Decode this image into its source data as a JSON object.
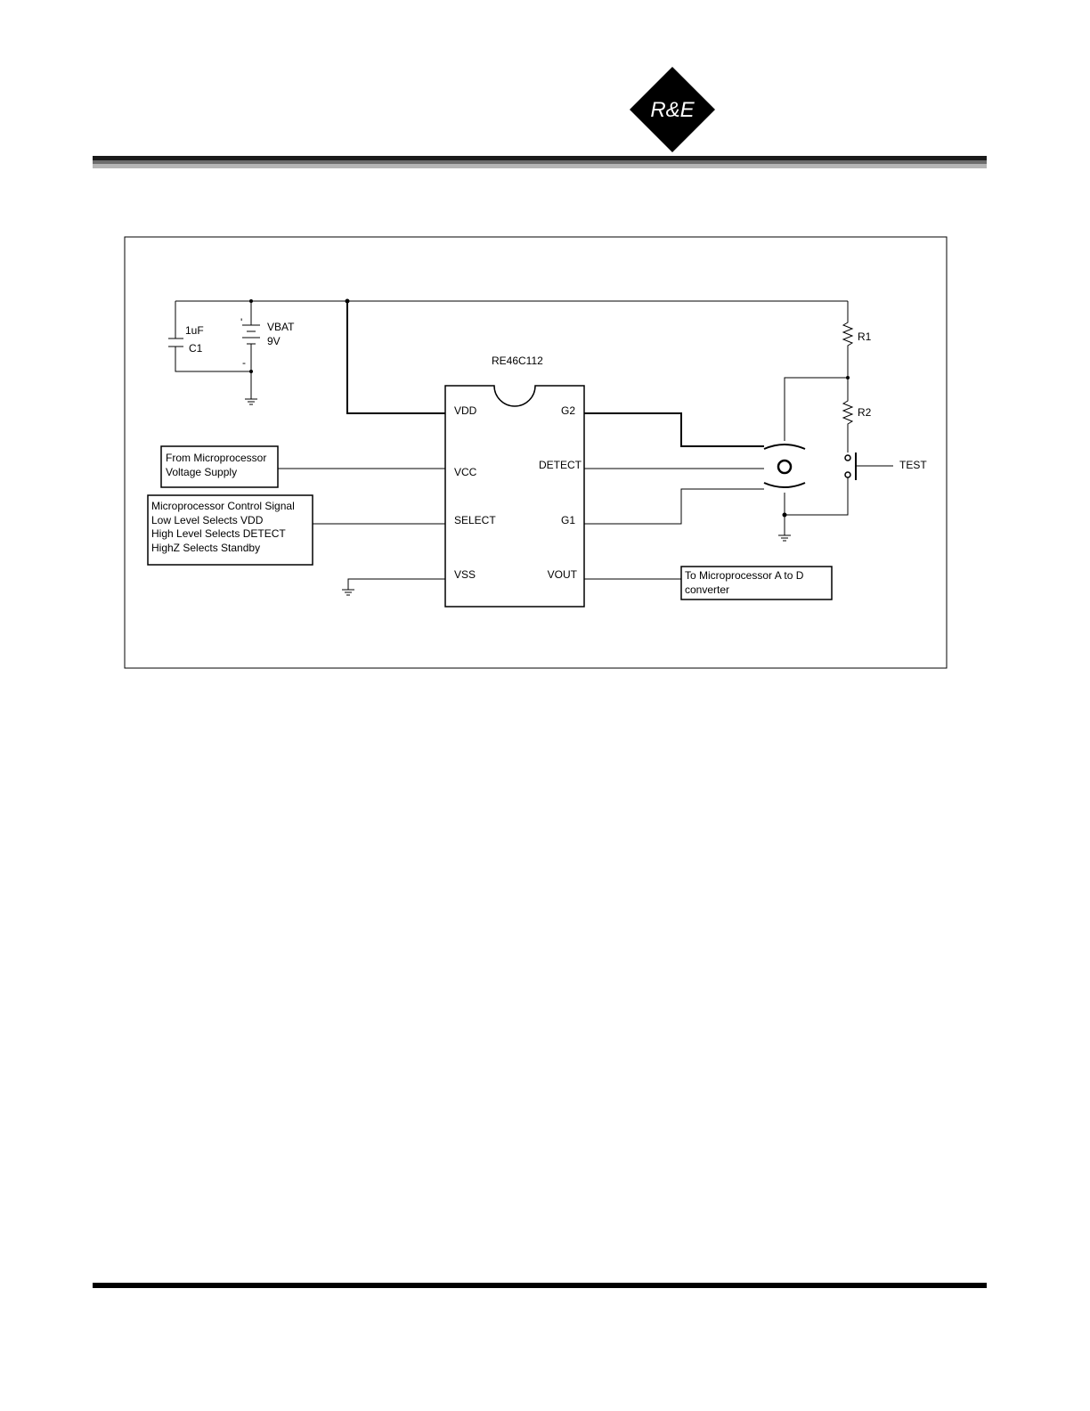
{
  "logo": {
    "text": "R&E"
  },
  "diagram": {
    "ic": {
      "part_number": "RE46C112",
      "pins_left": [
        "VDD",
        "VCC",
        "SELECT",
        "VSS"
      ],
      "pins_right": [
        "G2",
        "DETECT",
        "G1",
        "VOUT"
      ]
    },
    "capacitor": {
      "value": "1uF",
      "ref": "C1"
    },
    "battery": {
      "name": "VBAT",
      "value": "9V",
      "plus": "'",
      "minus": "-"
    },
    "resistors": [
      "R1",
      "R2"
    ],
    "test_label": "TEST",
    "boxes": {
      "vcc_source": [
        "From Microprocessor",
        "Voltage Supply"
      ],
      "select_control": [
        "Microprocessor Control Signal",
        "Low Level Selects VDD",
        "High Level Selects DETECT",
        "HighZ Selects Standby"
      ],
      "vout_dest": [
        "To Microprocessor A to D",
        "converter"
      ]
    }
  }
}
